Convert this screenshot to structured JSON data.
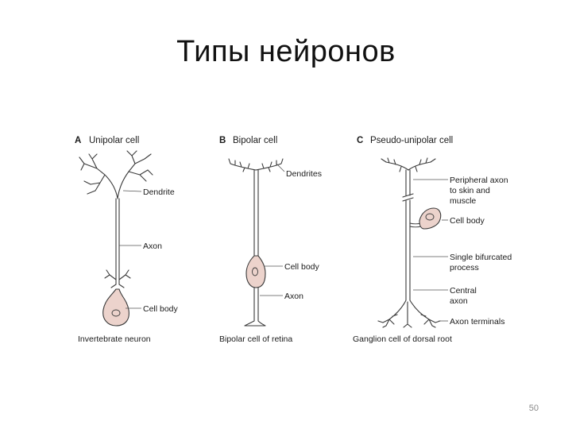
{
  "slide": {
    "title": "Типы нейронов",
    "page_number": "50"
  },
  "panels": [
    {
      "letter": "A",
      "heading": "Unipolar cell",
      "caption": "Invertebrate neuron",
      "labels": [
        "Dendrite",
        "Axon",
        "Cell body"
      ]
    },
    {
      "letter": "B",
      "heading": "Bipolar cell",
      "caption": "Bipolar cell of retina",
      "labels": [
        "Dendrites",
        "Cell body",
        "Axon"
      ]
    },
    {
      "letter": "C",
      "heading": "Pseudo-unipolar cell",
      "caption": "Ganglion cell of dorsal root",
      "labels": [
        "Peripheral axon",
        "to skin and",
        "muscle",
        "Cell body",
        "Single bifurcated",
        "process",
        "Central",
        "axon",
        "Axon terminals"
      ]
    }
  ],
  "colors": {
    "cell_body_fill": "#ecd3cc",
    "line": "#3a3a3a"
  }
}
